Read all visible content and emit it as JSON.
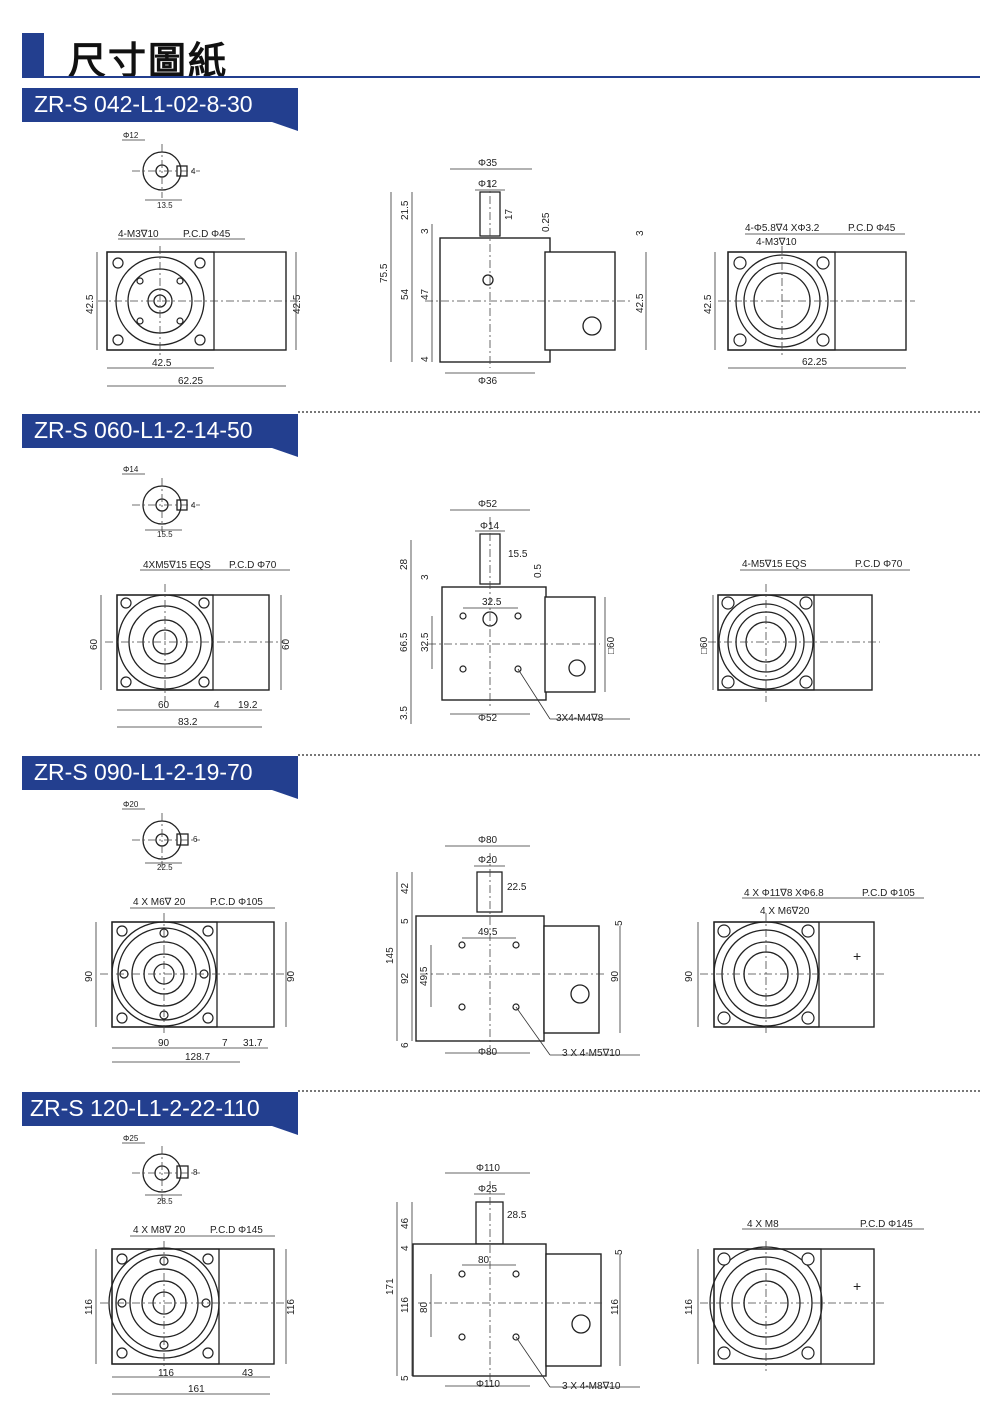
{
  "header": {
    "title": "尺寸圖紙"
  },
  "sections": [
    {
      "title": "ZR-S 042-L1-02-8-30",
      "shaft": {
        "dia": "Φ12",
        "key": "4",
        "depth": "13.5"
      },
      "front": {
        "callout_left": "4-M3∇10",
        "callout_right": "P.C.D Φ45",
        "height_left": "42.5",
        "height_right": "42.5",
        "width_flange": "42.5",
        "width_total": "62.25"
      },
      "side": {
        "top_dia": "Φ35",
        "shaft_dia": "Φ12",
        "shaft_len": "17",
        "gap": "0.25",
        "v_top": "21.5",
        "v_flange": "3",
        "v_total": "75.5",
        "v_body": "54",
        "v_inner": "47",
        "v_base": "4",
        "right_top": "3",
        "right_h": "42.5",
        "bottom_dia": "Φ36"
      },
      "rear": {
        "callout_a": "4-Φ5.8∇4 XΦ3.2",
        "callout_b": "P.C.D Φ45",
        "callout_c": "4-M3∇10",
        "height_left": "42.5",
        "width_total": "62.25"
      }
    },
    {
      "title": "ZR-S 060-L1-2-14-50",
      "shaft": {
        "dia": "Φ14",
        "key": "4",
        "depth": "15.5"
      },
      "front": {
        "callout_left": "4XM5∇15 EQS",
        "callout_right": "P.C.D Φ70",
        "height_left": "60",
        "height_right": "60",
        "width_flange": "60",
        "width_gap": "4",
        "width_right": "19.2",
        "width_total": "83.2"
      },
      "side": {
        "top_dia": "Φ52",
        "shaft_dia": "Φ14",
        "shaft_len": "15.5",
        "gap": "0.5",
        "v_top": "28",
        "v_flange": "3",
        "v_body": "66.5",
        "v_inner": "32.5",
        "v_base": "3.5",
        "pitch": "32.5",
        "right_h": "□60",
        "bottom_dia": "Φ52",
        "callout": "3X4-M4∇8"
      },
      "rear": {
        "callout_a": "4-M5∇15 EQS",
        "callout_b": "P.C.D Φ70",
        "height_left": "□60"
      }
    },
    {
      "title": "ZR-S 090-L1-2-19-70",
      "shaft": {
        "dia": "Φ20",
        "key": "6",
        "depth": "22.5"
      },
      "front": {
        "callout_left": "4 X M6∇ 20",
        "callout_right": "P.C.D Φ105",
        "height_left": "90",
        "height_right": "90",
        "width_flange": "90",
        "width_gap": "7",
        "width_right": "31.7",
        "width_total": "128.7"
      },
      "side": {
        "top_dia": "Φ80",
        "shaft_dia": "Φ20",
        "shaft_len": "22.5",
        "v_top": "42",
        "v_flange": "5",
        "v_total": "145",
        "v_body": "92",
        "v_inner": "49.5",
        "v_base": "6",
        "pitch": "49.5",
        "right_top": "5",
        "right_h": "90",
        "bottom_dia": "Φ80",
        "callout": "3 X 4-M5∇10"
      },
      "rear": {
        "callout_a": "4 X Φ11∇8 XΦ6.8",
        "callout_b": "P.C.D Φ105",
        "callout_c": "4 X M6∇20",
        "height_left": "90"
      }
    },
    {
      "title": "ZR-S 120-L1-2-22-110",
      "shaft": {
        "dia": "Φ25",
        "key": "8",
        "depth": "28.5"
      },
      "front": {
        "callout_left": "4 X M8∇ 20",
        "callout_right": "P.C.D Φ145",
        "height_left": "116",
        "height_right": "116",
        "width_flange": "116",
        "width_right": "43",
        "width_total": "161"
      },
      "side": {
        "top_dia": "Φ110",
        "shaft_dia": "Φ25",
        "shaft_len": "28.5",
        "v_top": "46",
        "v_flange": "4",
        "v_total": "171",
        "v_body": "116",
        "v_inner": "80",
        "v_base": "5",
        "pitch": "80",
        "right_top": "5",
        "right_h": "116",
        "bottom_dia": "Φ110",
        "callout": "3 X 4-M8∇10"
      },
      "rear": {
        "callout_a": "4 X M8",
        "callout_b": "P.C.D Φ145",
        "height_left": "116"
      }
    }
  ]
}
